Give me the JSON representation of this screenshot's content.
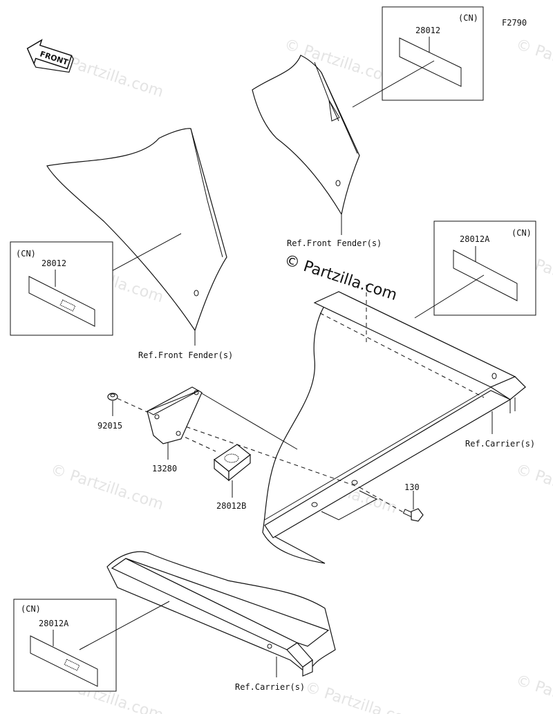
{
  "figure_code": "F2790",
  "direction_arrow": "FRONT",
  "copyright": "© Partzilla.com",
  "watermark": "© Partzilla.com",
  "callouts": {
    "p28012_top": {
      "tag": "(CN)",
      "part": "28012"
    },
    "p28012_left": {
      "tag": "(CN)",
      "part": "28012"
    },
    "p28012a_right": {
      "tag": "(CN)",
      "part": "28012A"
    },
    "p28012a_bottom": {
      "tag": "(CN)",
      "part": "28012A"
    }
  },
  "parts": {
    "p92015": "92015",
    "p13280": "13280",
    "p28012b": "28012B",
    "p130": "130"
  },
  "references": {
    "front_fender_top": "Ref.Front Fender(s)",
    "front_fender_left": "Ref.Front Fender(s)",
    "carrier_right": "Ref.Carrier(s)",
    "carrier_bottom": "Ref.Carrier(s)"
  },
  "icons": {
    "front_arrow": "front-arrow-icon",
    "label_sticker": "label-sticker-icon",
    "nut": "nut-icon",
    "bolt": "bolt-icon",
    "bracket": "bracket-icon",
    "reflector": "reflector-icon"
  }
}
